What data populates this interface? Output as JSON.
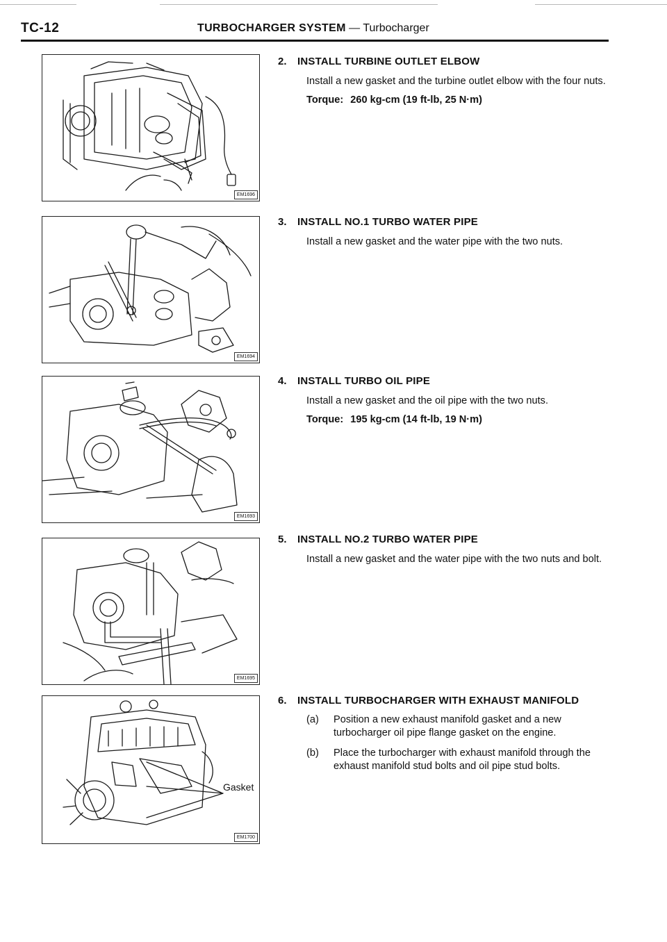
{
  "header": {
    "section_code": "TC-12",
    "section_title": "TURBOCHARGER SYSTEM",
    "separator": "—",
    "subsection_title": "Turbocharger"
  },
  "figures": [
    {
      "id": "EM1696"
    },
    {
      "id": "EM1694"
    },
    {
      "id": "EM1693"
    },
    {
      "id": "EM1695"
    },
    {
      "id": "EM1700",
      "callout": "Gasket"
    }
  ],
  "steps": [
    {
      "number": "2.",
      "title": "INSTALL TURBINE OUTLET ELBOW",
      "text": "Install a new gasket and the turbine outlet elbow with the four nuts.",
      "torque_label": "Torque:",
      "torque_value": "260 kg-cm (19 ft-lb, 25 N·m)"
    },
    {
      "number": "3.",
      "title": "INSTALL NO.1 TURBO WATER PIPE",
      "text": "Install a new gasket and the water pipe with the two nuts."
    },
    {
      "number": "4.",
      "title": "INSTALL TURBO OIL PIPE",
      "text": "Install a new gasket and the oil pipe with the two nuts.",
      "torque_label": "Torque:",
      "torque_value": "195 kg-cm (14 ft-lb, 19 N·m)"
    },
    {
      "number": "5.",
      "title": "INSTALL NO.2 TURBO WATER PIPE",
      "text": "Install a new gasket and the water pipe with the two nuts and bolt."
    },
    {
      "number": "6.",
      "title": "INSTALL TURBOCHARGER WITH EXHAUST MANIFOLD",
      "substeps": [
        {
          "label": "(a)",
          "text": "Position a new exhaust manifold gasket and a new turbocharger oil pipe flange gasket on the engine."
        },
        {
          "label": "(b)",
          "text": "Place the turbocharger with exhaust manifold through the exhaust manifold stud bolts and oil pipe stud bolts."
        }
      ]
    }
  ]
}
